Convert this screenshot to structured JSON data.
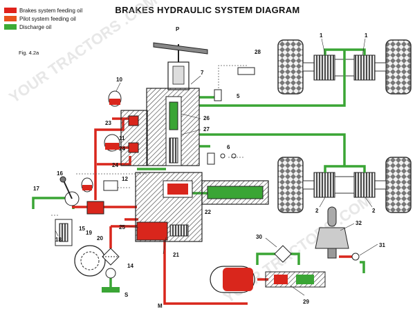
{
  "title": "BRAKES HYDRAULIC SYSTEM  DIAGRAM",
  "figure_label": "Fig. 4.2a",
  "legend": [
    {
      "label": "Brakes system feeding oil",
      "color": "#e0221b"
    },
    {
      "label": "Pilot system feeding oil",
      "color": "#e9521d"
    },
    {
      "label": "Discharge oil",
      "color": "#3cab35"
    }
  ],
  "colors": {
    "pressure": "#d9261c",
    "discharge": "#3aa535",
    "body": "#ffffff",
    "hatch": "#444444",
    "tyre": "#555555"
  },
  "callouts": {
    "p": "P",
    "s": "S",
    "m": "M",
    "n1a": "1",
    "n1b": "1",
    "n2a": "2",
    "n2b": "2",
    "n5": "5",
    "n6": "6",
    "n7": "7",
    "n10": "10",
    "n11": "11",
    "n12": "12",
    "n14": "14",
    "n15": "15",
    "n16": "16",
    "n17": "17",
    "n18": "18",
    "n19": "19",
    "n20": "20",
    "n21": "21",
    "n22": "22",
    "n23": "23",
    "n24a": "24",
    "n24b": "24",
    "n25": "25",
    "n26": "26",
    "n27": "27",
    "n28": "28",
    "n29": "29",
    "n30": "30",
    "n31": "31",
    "n32": "32"
  },
  "watermark": "YOUR TRACTORS .COM"
}
